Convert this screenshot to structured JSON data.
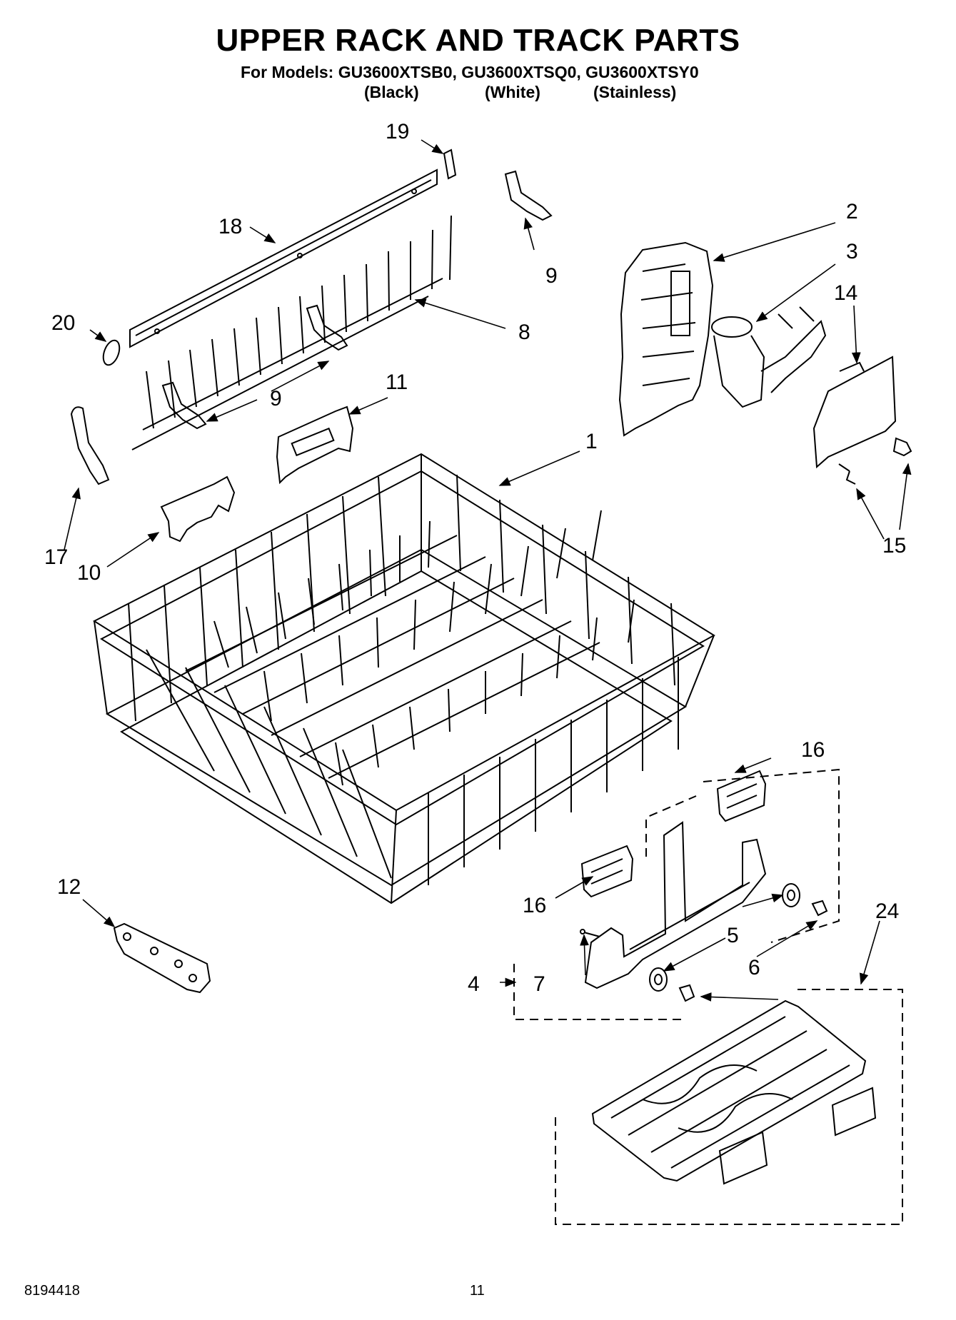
{
  "header": {
    "title": "UPPER RACK AND TRACK PARTS",
    "models_line": "For Models: GU3600XTSB0, GU3600XTSQ0, GU3600XTSY0",
    "variants": [
      "(Black)",
      "(White)",
      "(Stainless)"
    ]
  },
  "callouts": [
    "1",
    "2",
    "3",
    "4",
    "5",
    "6",
    "7",
    "8",
    "9",
    "9",
    "10",
    "11",
    "12",
    "14",
    "15",
    "16",
    "16",
    "17",
    "18",
    "19",
    "20",
    "24"
  ],
  "footer": {
    "doc_number": "8194418",
    "page_number": "11"
  }
}
